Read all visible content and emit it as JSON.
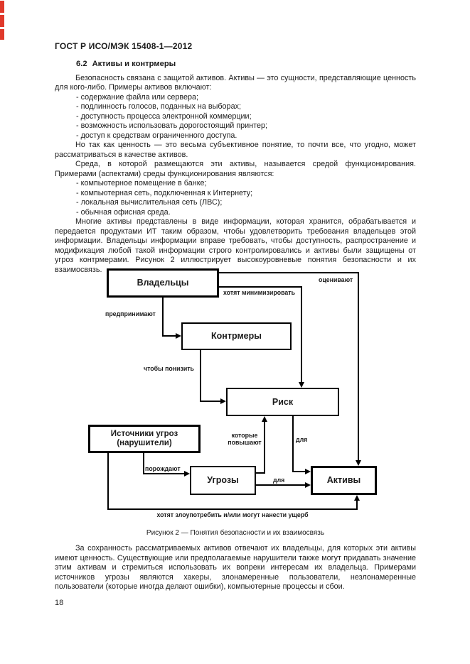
{
  "colors": {
    "page_bg": "#ffffff",
    "text": "#1c1c1c",
    "diagram_line": "#000000",
    "red_edge_mark": "#e0392b"
  },
  "header": {
    "title": "ГОСТ Р ИСО/МЭК 15408-1—2012"
  },
  "page": {
    "number": "18"
  },
  "section": {
    "number": "6.2",
    "title": "Активы и контрмеры"
  },
  "body": {
    "para1": "Безопасность связана с защитой активов. Активы — это сущности, представляющие ценность для кого-либо. Примеры активов включают:",
    "asset_examples": [
      "содержание файла или сервера;",
      "подлинность голосов, поданных на выборах;",
      "доступность процесса электронной коммерции;",
      "возможность использовать дорогостоящий принтер;",
      "доступ к средствам ограниченного доступа."
    ],
    "para2": "Но так как ценность — это весьма субъективное понятие, то почти все, что угодно, может рассматриваться в качестве активов.",
    "para3": "Среда, в которой размещаются эти активы, называется средой функционирования. Примерами (аспектами) среды функционирования являются:",
    "env_examples": [
      "компьютерное помещение в банке;",
      "компьютерная сеть, подключенная к Интернету;",
      "локальная вычислительная сеть (ЛВС);",
      "обычная офисная среда."
    ],
    "para4": "Многие активы представлены в виде информации, которая хранится, обрабатывается и передается продуктами ИТ таким образом, чтобы удовлетворить требования владельцев этой информации. Владельцы информации вправе требовать, чтобы доступность, распространение и модификация любой такой информации строго контролировались и активы были защищены от угроз контрмерами. Рисунок 2 иллюстрирует высокоуровневые понятия безопасности и их взаимосвязь.",
    "para5": "За сохранность рассматриваемых активов отвечают их владельцы, для которых эти активы имеют ценность. Существующие или предполагаемые нарушители также могут придавать значение этим активам и стремиться использовать их вопреки интересам их владельца. Примерами источников угрозы являются хакеры, злонамеренные пользователи, незлонамеренные пользователи (которые иногда делают ошибки), компьютерные процессы и сбои."
  },
  "figure": {
    "caption": "Рисунок 2 — Понятия безопасности и их взаимосвязь",
    "boxes": {
      "owners": "Владельцы",
      "countermeasures": "Контрмеры",
      "risk": "Риск",
      "threat_sources_line1": "Источники угроз",
      "threat_sources_line2": "(нарушители)",
      "threats": "Угрозы",
      "assets": "Активы"
    },
    "edge_labels": {
      "value": "оценивают",
      "wish_to_minimise": "хотят минимизировать",
      "impose": "предпринимают",
      "to_reduce": "чтобы понизить",
      "that_increase_line1": "которые",
      "that_increase_line2": "повышают",
      "to_risk": "для",
      "give_rise_to": "порождают",
      "to_assets": "для",
      "wish_to_abuse": "хотят злоупотребить и/или могут нанести ущерб"
    }
  }
}
